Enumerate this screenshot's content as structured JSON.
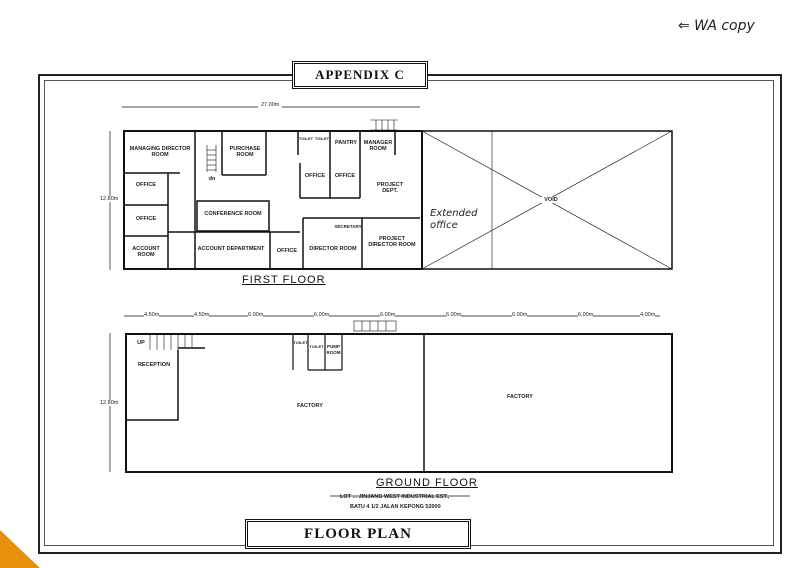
{
  "annotation": {
    "handwritten_top": "⇐ WA copy",
    "handwritten_plan": "Extended office"
  },
  "title": "APPENDIX C",
  "footer_title": "FLOOR PLAN",
  "first_floor": {
    "label": "FIRST FLOOR",
    "width_dim": "27.00m",
    "height_dim": "12.80m",
    "rooms": {
      "managing_director": "MANAGING DIRECTOR ROOM",
      "purchase": "PURCHASE ROOM",
      "toilet1": "TOILET",
      "toilet2": "TOILET",
      "pantry": "PANTRY",
      "manager": "MANAGER ROOM",
      "office1": "OFFICE",
      "office2": "OFFICE",
      "office3": "OFFICE",
      "office4": "OFFICE",
      "project_dept": "PROJECT DEPT.",
      "conference": "CONFERENCE ROOM",
      "account_room": "ACCOUNT ROOM",
      "account_dept": "ACCOUNT DEPARTMENT",
      "office5": "OFFICE",
      "secretary": "SECRETARY",
      "director": "DIRECTOR ROOM",
      "project_director": "PROJECT DIRECTOR ROOM",
      "void": "VOID",
      "stair_dn": "dn"
    }
  },
  "ground_floor": {
    "label": "GROUND FLOOR",
    "height_dim": "12.80m",
    "dims": [
      "4.50m",
      "4.50m",
      "6.00m",
      "6.00m",
      "6.00m",
      "6.00m",
      "6.00m",
      "6.00m",
      "4.00m"
    ],
    "rooms": {
      "reception": "RECEPTION",
      "stair_up": "UP",
      "toilet1": "TOILET",
      "toilet2": "TOILET",
      "pump": "PUMP ROOM",
      "factory1": "FACTORY",
      "factory2": "FACTORY"
    }
  },
  "address": {
    "line1": "LOT ... JINJANG WEST INDUSTRIAL EST.,",
    "line2": "BATU 4 1/2 JALAN KEPONG 52000"
  }
}
